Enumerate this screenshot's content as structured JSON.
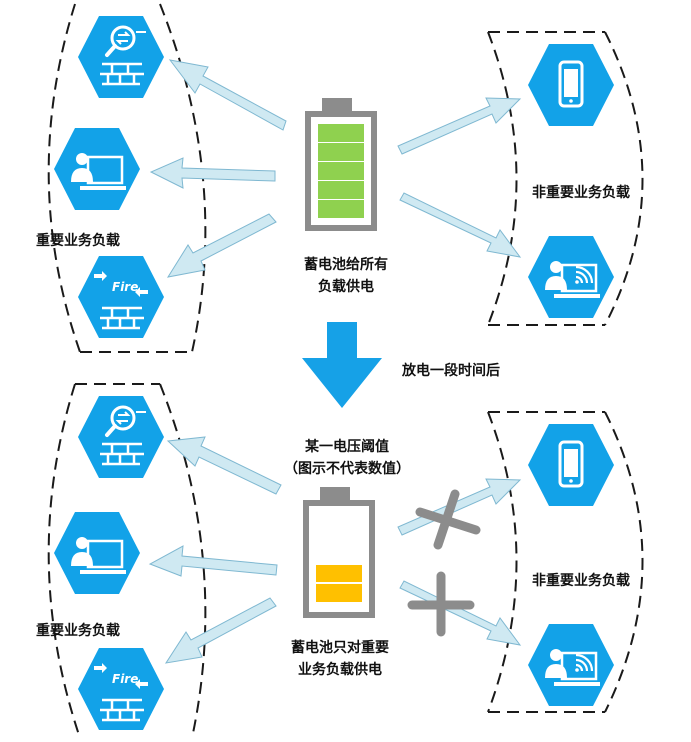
{
  "top": {
    "important_label": "重要业务负载",
    "nonimportant_label": "非重要业务负载",
    "battery_caption": [
      "蓄电池给所有",
      "负载供电"
    ],
    "battery_state": "full"
  },
  "transition": {
    "label": "放电一段时间后"
  },
  "bottom": {
    "threshold_caption": [
      "某一电压阈值",
      "（图示不代表数值）"
    ],
    "important_label": "重要业务负载",
    "nonimportant_label": "非重要业务负载",
    "battery_caption": [
      "蓄电池只对重要",
      "业务负载供电"
    ],
    "battery_state": "low",
    "blocked_icon": "cross-icon"
  },
  "icons": {
    "important": [
      "firewall-swap-icon",
      "workstation-icon",
      "firewall-fire-icon"
    ],
    "nonimportant": [
      "mobile-phone-icon",
      "wireless-laptop-icon"
    ],
    "fire_text": "Fire"
  },
  "colors": {
    "hex_blue": "#12a2e8",
    "arrow_fill": "#cfe9f2",
    "arrow_stroke": "#7fb8d1",
    "battery_green": "#8fd14f",
    "battery_yellow": "#ffc000",
    "battery_frame": "#8c8c8c",
    "big_arrow": "#16a1e7",
    "cross": "#8c8c8c"
  }
}
